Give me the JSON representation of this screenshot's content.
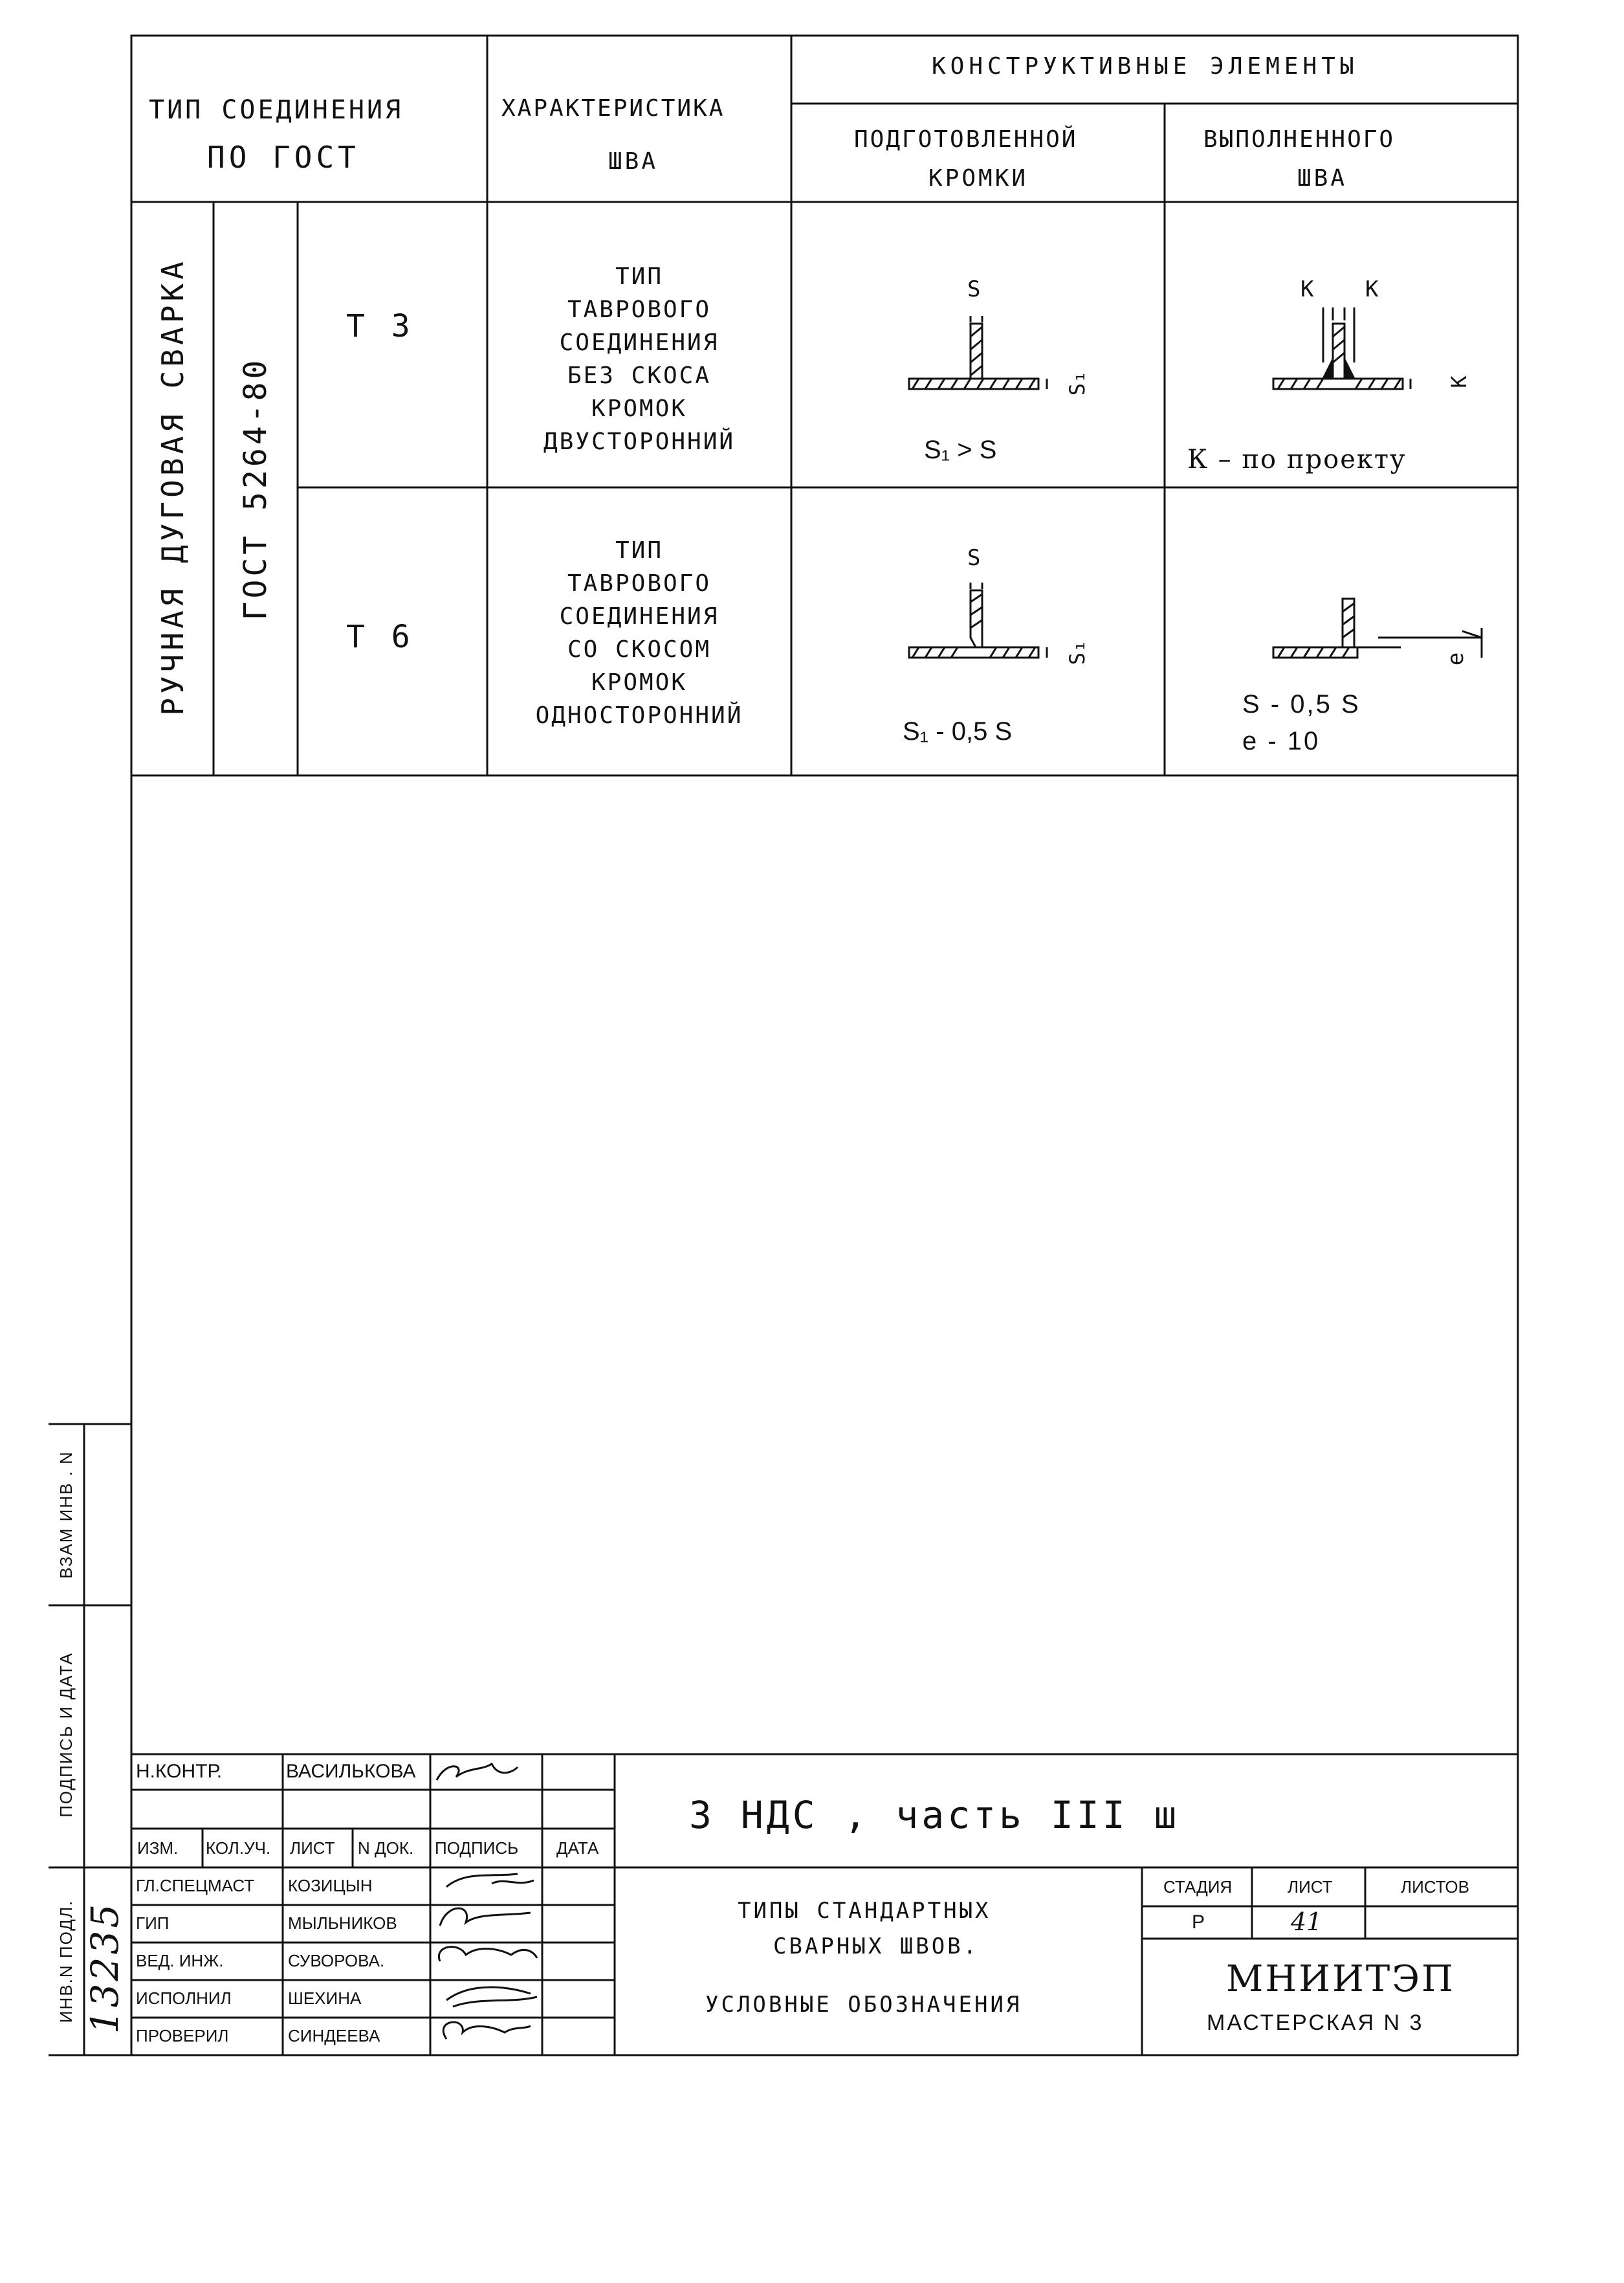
{
  "header": {
    "type_connection_line1": "ТИП СОЕДИНЕНИЯ",
    "type_connection_line2": "ПО ГОСТ",
    "characteristic_line1": "ХАРАКТЕРИСТИКА",
    "characteristic_line2": "ШВА",
    "constructive_elements": "КОНСТРУКТИВНЫЕ ЭЛЕМЕНТЫ",
    "prepared_line1": "ПОДГОТОВЛЕННОЙ",
    "prepared_line2": "КРОМКИ",
    "performed_line1": "ВЫПОЛНЕННОГО",
    "performed_line2": "ШВА"
  },
  "side_labels": {
    "method": "РУЧНАЯ ДУГОВАЯ СВАРКА",
    "gost": "ГОСТ 5264-80"
  },
  "rows": [
    {
      "code": "Т 3",
      "description": [
        "ТИП",
        "ТАВРОВОГО",
        "СОЕДИНЕНИЯ",
        "БЕЗ СКОСА",
        "КРОМОК",
        "ДВУСТОРОННИЙ"
      ],
      "prep_label_s": "S",
      "prep_label_s1": "S₁",
      "prep_note": "S₁ > S",
      "perf_label_k1": "К",
      "perf_label_k2": "К",
      "perf_label_k": "К",
      "perf_note": "К – по проекту"
    },
    {
      "code": "Т 6",
      "description": [
        "ТИП",
        "ТАВРОВОГО",
        "СОЕДИНЕНИЯ",
        "СО СКОСОМ",
        "КРОМОК",
        "ОДНОСТОРОННИЙ"
      ],
      "prep_label_s": "S",
      "prep_label_s1": "S₁",
      "prep_note": "S₁ - 0,5 S",
      "perf_label_e": "е",
      "perf_note1": "S - 0,5 S",
      "perf_note2": "е - 10"
    }
  ],
  "left_margin": {
    "vzam_inv": "ВЗАМ ИНВ . N",
    "podpis_data": "ПОДПИСЬ И ДАТА",
    "inv_podl": "ИНВ.N ПОДЛ.",
    "handwritten_number": "13235"
  },
  "title_block": {
    "n_kontr_label": "Н.КОНТР.",
    "n_kontr_name": "ВАСИЛЬКОВА",
    "col_headers": [
      "ИЗМ.",
      "КОЛ.УЧ.",
      "ЛИСТ",
      "N ДОК.",
      "ПОДПИСЬ",
      "ДАТА"
    ],
    "roles": [
      {
        "role": "ГЛ.СПЕЦМАСТ",
        "name": "КОЗИЦЫН"
      },
      {
        "role": "ГИП",
        "name": "МЫЛЬНИКОВ"
      },
      {
        "role": "ВЕД. ИНЖ.",
        "name": "СУВОРОВА."
      },
      {
        "role": "ИСПОЛНИЛ",
        "name": "ШЕХИНА"
      },
      {
        "role": "ПРОВЕРИЛ",
        "name": "СИНДЕЕВА"
      }
    ],
    "project_title": "3 НДС , часть III ш",
    "doc_title_line1": "ТИПЫ СТАНДАРТНЫХ",
    "doc_title_line2": "СВАРНЫХ ШВОВ.",
    "doc_title_line3": "УСЛОВНЫЕ ОБОЗНАЧЕНИЯ",
    "stage_label": "СТАДИЯ",
    "sheet_label": "ЛИСТ",
    "sheets_label": "ЛИСТОВ",
    "stage_value": "Р",
    "sheet_value": "41",
    "sheets_value": "",
    "org_name": "МНИИТЭП",
    "workshop": "МАСТЕРСКАЯ N 3"
  }
}
